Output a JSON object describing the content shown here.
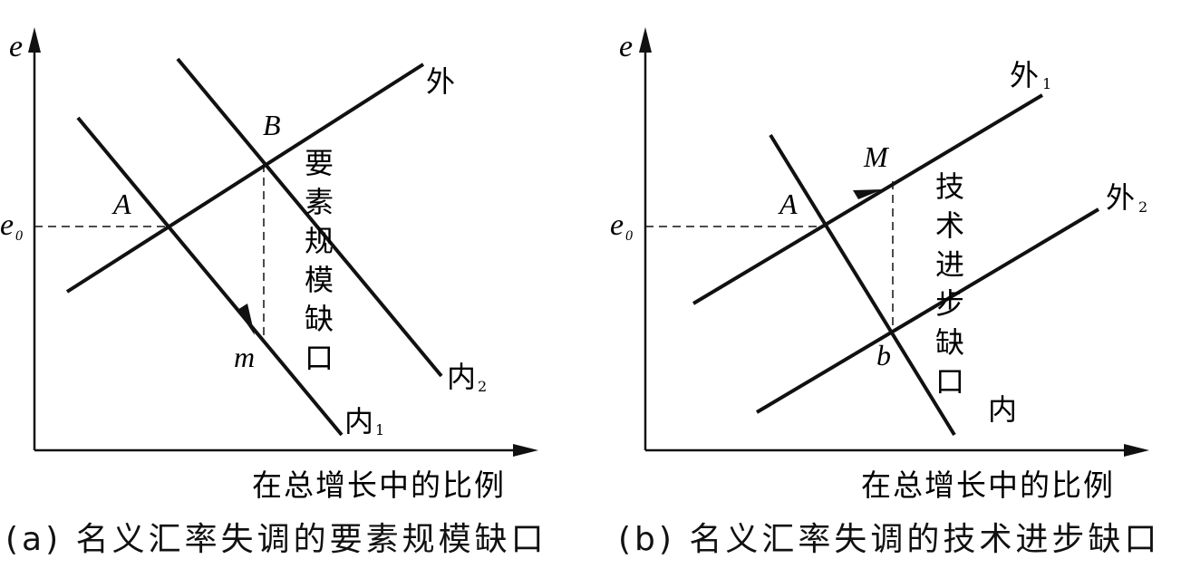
{
  "panel_a": {
    "axis_y": "e",
    "axis_x": "在总增长中的比例",
    "e0_main": "e",
    "e0_sub": "0",
    "curve_out": "外",
    "curve_in1_main": "内",
    "curve_in1_sub": "1",
    "curve_in2_main": "内",
    "curve_in2_sub": "2",
    "point_A": "A",
    "point_B": "B",
    "point_m": "m",
    "gap_label": [
      "要",
      "素",
      "规",
      "模",
      "缺",
      "口"
    ],
    "caption": "(a) 名义汇率失调的要素规模缺口"
  },
  "panel_b": {
    "axis_y": "e",
    "axis_x": "在总增长中的比例",
    "e0_main": "e",
    "e0_sub": "0",
    "curve_out1_main": "外",
    "curve_out1_sub": "1",
    "curve_out2_main": "外",
    "curve_out2_sub": "2",
    "curve_in": "内",
    "point_A": "A",
    "point_M": "M",
    "point_b": "b",
    "gap_label": [
      "技",
      "术",
      "进",
      "步",
      "缺",
      "口"
    ],
    "caption": "(b) 名义汇率失调的技术进步缺口"
  }
}
